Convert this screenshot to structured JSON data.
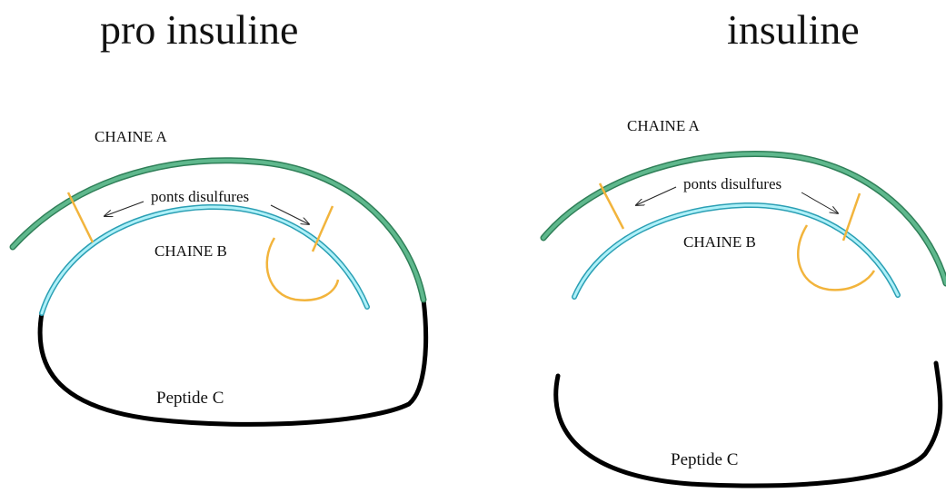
{
  "colors": {
    "chain_a": "#5fb88d",
    "chain_a_edge": "#2f7f58",
    "chain_b": "#7fe0ee",
    "chain_b_edge": "#2a9fb4",
    "disulfide": "#f2b43c",
    "peptide_c": "#000000",
    "arrow": "#222222"
  },
  "left": {
    "title": "pro insuline",
    "chain_a_label": "CHAINE A",
    "chain_b_label": "CHAINE B",
    "bridges_label": "ponts disulfures",
    "peptide_label": "Peptide C"
  },
  "right": {
    "title": "insuline",
    "chain_a_label": "CHAINE A",
    "chain_b_label": "CHAINE B",
    "bridges_label": "ponts disulfures",
    "peptide_label": "Peptide C"
  }
}
